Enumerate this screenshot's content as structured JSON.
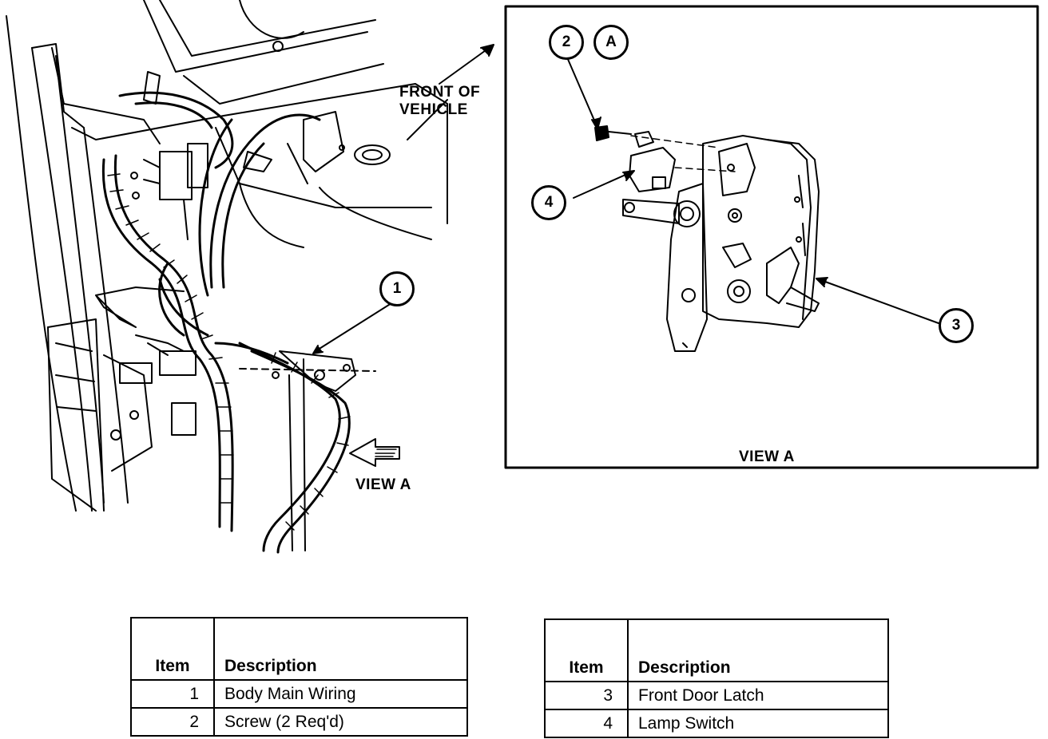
{
  "labels": {
    "front_of_vehicle_line1": "FRONT OF",
    "front_of_vehicle_line2": "VEHICLE",
    "view_a_main": "VIEW A",
    "view_a_inset": "VIEW A"
  },
  "callouts": {
    "c1": "1",
    "c2": "2",
    "cA": "A",
    "c3": "3",
    "c4": "4"
  },
  "tables": [
    {
      "header": {
        "item": "Item",
        "description": "Description"
      },
      "rows": [
        {
          "item": "1",
          "description": "Body Main Wiring"
        },
        {
          "item": "2",
          "description": "Screw (2 Req'd)"
        }
      ]
    },
    {
      "header": {
        "item": "Item",
        "description": "Description"
      },
      "rows": [
        {
          "item": "3",
          "description": "Front Door Latch"
        },
        {
          "item": "4",
          "description": "Lamp Switch"
        }
      ]
    }
  ]
}
